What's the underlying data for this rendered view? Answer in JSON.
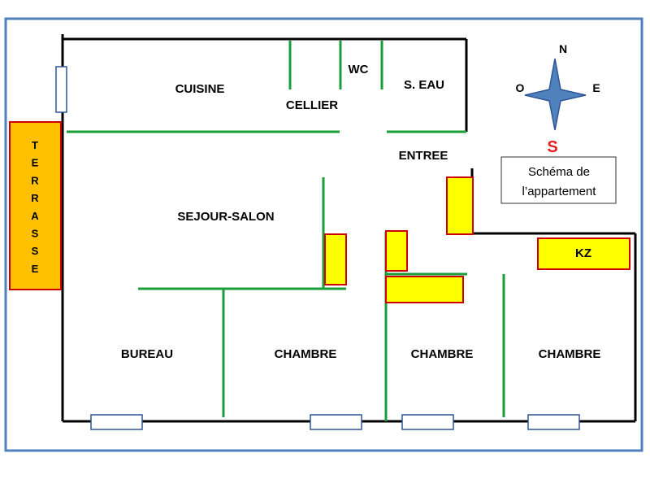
{
  "rooms": {
    "cuisine": "CUISINE",
    "cellier": "CELLIER",
    "wc": "WC",
    "salle_eau": "S. EAU",
    "entree": "ENTREE",
    "sejour_salon": "SEJOUR-SALON",
    "bureau": "BUREAU",
    "chambre_1": "CHAMBRE",
    "chambre_2": "CHAMBRE",
    "chambre_3": "CHAMBRE",
    "kz": "KZ"
  },
  "terrasse": {
    "letters": [
      "T",
      "E",
      "R",
      "R",
      "A",
      "S",
      "S",
      "E"
    ]
  },
  "compass": {
    "north": "N",
    "south": "S",
    "east": "E",
    "west": "O"
  },
  "caption": {
    "line1": "Schéma de",
    "line2": "l’appartement"
  },
  "colors": {
    "frame": "#4f81bd",
    "wall": "#000000",
    "partition": "#1a9e3a",
    "cabinet_fill": "#ffff00",
    "cabinet_border": "#cc0000",
    "terrace_fill": "#ffc000",
    "terrace_border": "#cc0000",
    "compass_fill": "#4f81bd",
    "compass_stroke": "#2f5597",
    "south_label": "#e02020",
    "window_stroke": "#2f5597"
  }
}
